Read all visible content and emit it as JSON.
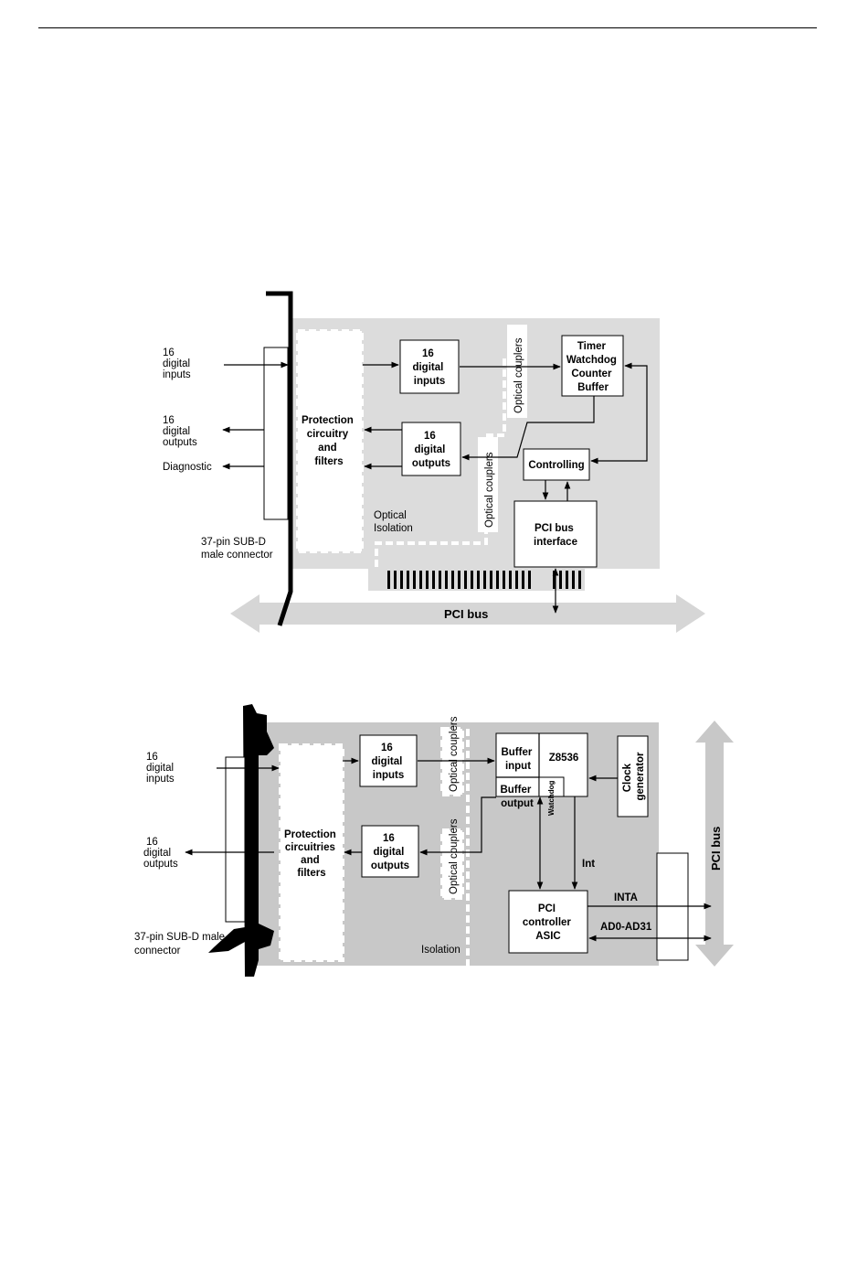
{
  "diagram1": {
    "inputs_label": [
      "16",
      "digital",
      "inputs"
    ],
    "outputs_label": [
      "16",
      "digital",
      "outputs"
    ],
    "diagnostic_label": "Diagnostic",
    "connector_label": [
      "37-pin SUB-D",
      "male connector"
    ],
    "protection_label": [
      "Protection",
      "circuitry",
      "and",
      "filters"
    ],
    "dig_inputs_box": [
      "16",
      "digital",
      "inputs"
    ],
    "dig_outputs_box": [
      "16",
      "digital",
      "outputs"
    ],
    "optical_couplers_top": "Optical couplers",
    "optical_couplers_bottom": "Optical couplers",
    "timer_box": [
      "Timer",
      "Watchdog",
      "Counter",
      "Buffer"
    ],
    "controlling_box": "Controlling",
    "pci_interface_box": [
      "PCI bus",
      "interface"
    ],
    "optical_isolation_label": [
      "Optical",
      "Isolation"
    ],
    "pci_bus_label": "PCI bus"
  },
  "diagram2": {
    "inputs_label": [
      "16",
      "digital",
      "inputs"
    ],
    "outputs_label": [
      "16",
      "digital",
      "outputs"
    ],
    "connector_label": [
      "37-pin SUB-D male",
      "connector"
    ],
    "protection_label": [
      "Protection",
      "circuitries",
      "and",
      "filters"
    ],
    "dig_inputs_box": [
      "16",
      "digital",
      "inputs"
    ],
    "dig_outputs_box": [
      "16",
      "digital",
      "outputs"
    ],
    "optical_couplers_top": "Optical couplers",
    "optical_couplers_bottom": "Optical couplers",
    "buffer_input_box": [
      "Buffer",
      "input"
    ],
    "z8536_label": "Z8536",
    "buffer_output_box": [
      "Buffer",
      "output"
    ],
    "watchdog_label": "Watchdog",
    "clock_box": [
      "Clock",
      "generator"
    ],
    "int_label": "Int",
    "pci_controller_box": [
      "PCI",
      "controller",
      "ASIC"
    ],
    "inta_label": "INTA",
    "ad_label": "AD0-AD31",
    "isolation_label": "Isolation",
    "pci_bus_label": "PCI  bus"
  }
}
